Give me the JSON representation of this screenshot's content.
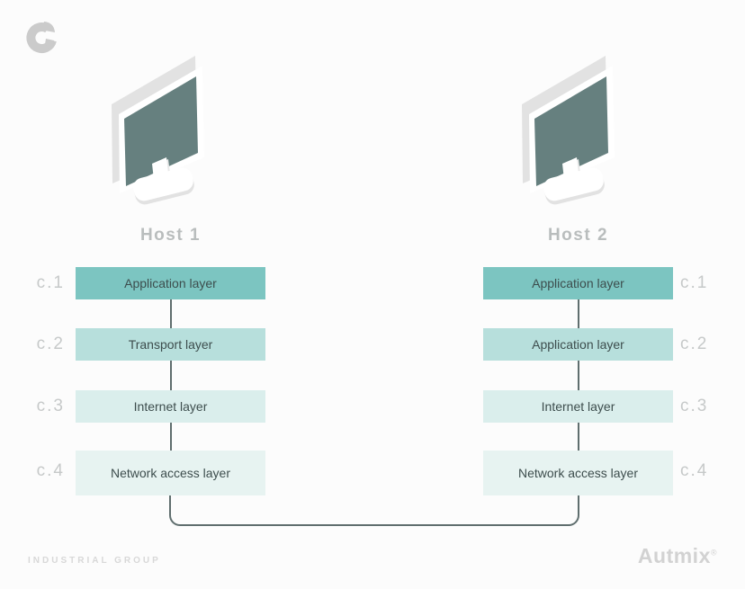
{
  "page": {
    "background": "#fcfcfc"
  },
  "logo": {
    "name": "autmix-logo-mark",
    "color": "#cbcbcb"
  },
  "hosts": [
    {
      "label": "Host 1",
      "layers": [
        {
          "id": "c.1",
          "label": "Application layer"
        },
        {
          "id": "c.2",
          "label": "Transport layer"
        },
        {
          "id": "c.3",
          "label": "Internet layer"
        },
        {
          "id": "c.4",
          "label": "Network access layer"
        }
      ]
    },
    {
      "label": "Host 2",
      "layers": [
        {
          "id": "c.1",
          "label": "Application layer"
        },
        {
          "id": "c.2",
          "label": "Application layer"
        },
        {
          "id": "c.3",
          "label": "Internet layer"
        },
        {
          "id": "c.4",
          "label": "Network access layer"
        }
      ]
    }
  ],
  "colors": {
    "layer_fills": [
      "#7cc5c1",
      "#b7dfdc",
      "#daeeec",
      "#e7f3f1"
    ],
    "layer_text": "#3d4d4d",
    "connector_line": "#5f6e6e",
    "monitor_screen": "#66807f",
    "monitor_body": "#ffffff",
    "monitor_depth": "#e2e2e2",
    "muted_label": "#c6c9c9",
    "host_label": "#b9bdbd"
  },
  "footer": {
    "left": "INDUSTRIAL GROUP",
    "brand": "Autmix",
    "reg": "®"
  }
}
